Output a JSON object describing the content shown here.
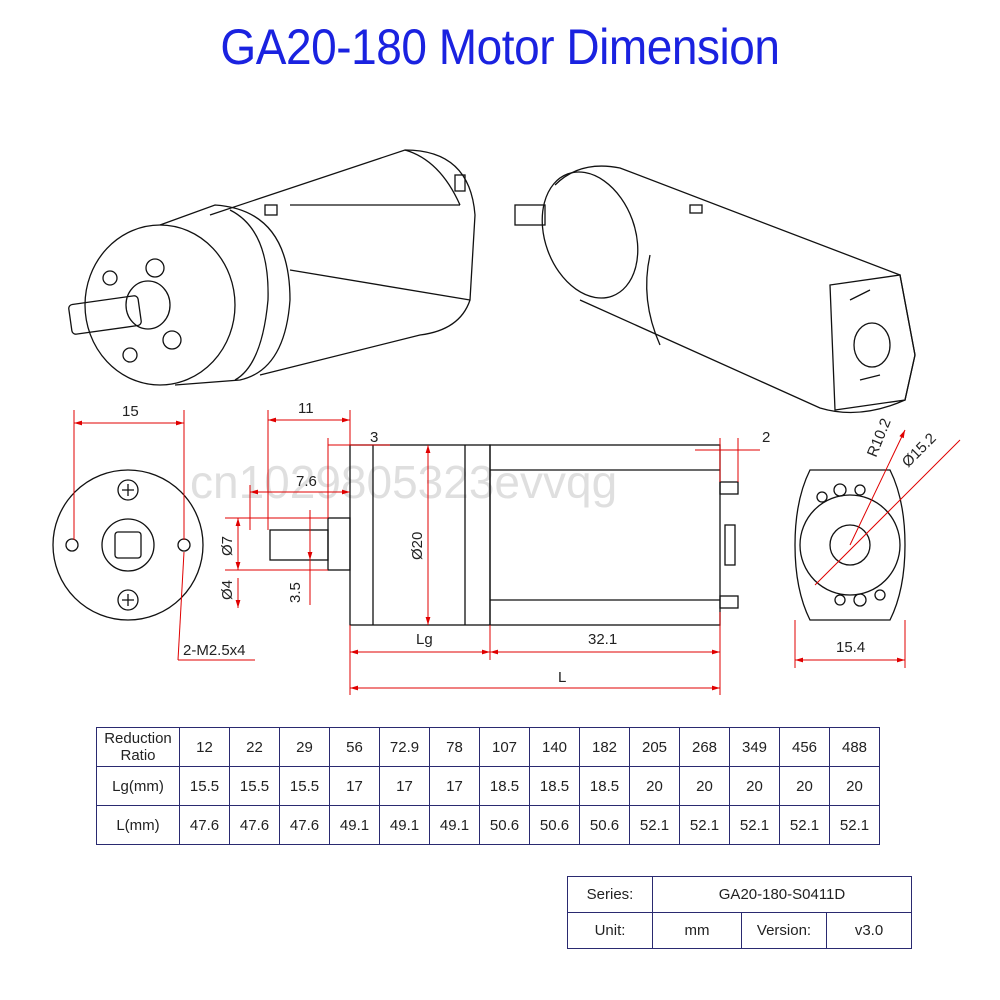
{
  "title": "GA20-180 Motor Dimension",
  "watermark": "cn1029805323evvqg",
  "dimensions": {
    "front_width": "15",
    "shaft_length": "11",
    "shaft_collar": "3",
    "shaft_flat": "7.6",
    "d7": "Ø7",
    "d4": "Ø4",
    "flat_height": "3.5",
    "d20": "Ø20",
    "tab": "2",
    "lg": "Lg",
    "motor_len": "32.1",
    "total": "L",
    "screws": "2-M2.5x4",
    "r10": "R10.2",
    "d15": "Ø15.2",
    "rear_width": "15.4"
  },
  "spec_table": {
    "rows": [
      {
        "label": "Reduction Ratio",
        "values": [
          "12",
          "22",
          "29",
          "56",
          "72.9",
          "78",
          "107",
          "140",
          "182",
          "205",
          "268",
          "349",
          "456",
          "488"
        ]
      },
      {
        "label": "Lg(mm)",
        "values": [
          "15.5",
          "15.5",
          "15.5",
          "17",
          "17",
          "17",
          "18.5",
          "18.5",
          "18.5",
          "20",
          "20",
          "20",
          "20",
          "20"
        ]
      },
      {
        "label": "L(mm)",
        "values": [
          "47.6",
          "47.6",
          "47.6",
          "49.1",
          "49.1",
          "49.1",
          "50.6",
          "50.6",
          "50.6",
          "52.1",
          "52.1",
          "52.1",
          "52.1",
          "52.1"
        ]
      }
    ]
  },
  "info": {
    "series_label": "Series:",
    "series_value": "GA20-180-S0411D",
    "unit_label": "Unit:",
    "unit_value": "mm",
    "version_label": "Version:",
    "version_value": "v3.0"
  },
  "colors": {
    "title": "#1a22e0",
    "dimension_line": "#e00000",
    "line": "#111111"
  }
}
